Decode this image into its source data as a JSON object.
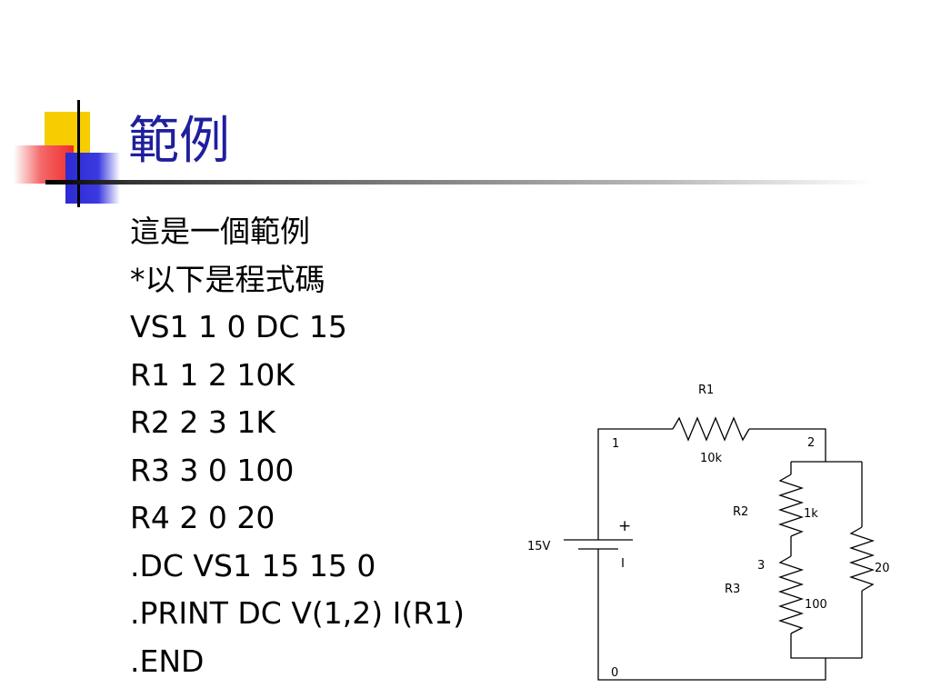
{
  "slide": {
    "title": "範例",
    "lines": [
      "這是一個範例",
      "*以下是程式碼",
      "VS1 1 0 DC 15",
      "R1 1 2 10K",
      "R2 2 3 1K",
      "R3 3 0 100",
      "R4 2 0 20",
      ".DC VS1 15 15 0",
      ".PRINT DC V(1,2) I(R1)",
      ".END"
    ]
  },
  "circuit": {
    "r1_name": "R1",
    "r1_value": "10k",
    "r2_name": "R2",
    "r2_value": "1k",
    "r3_name": "R3",
    "r3_value": "100",
    "r4_value": "20",
    "source_value": "15V",
    "source_plus": "+",
    "node_1": "1",
    "node_2": "2",
    "node_3": "3",
    "node_0": "0"
  }
}
